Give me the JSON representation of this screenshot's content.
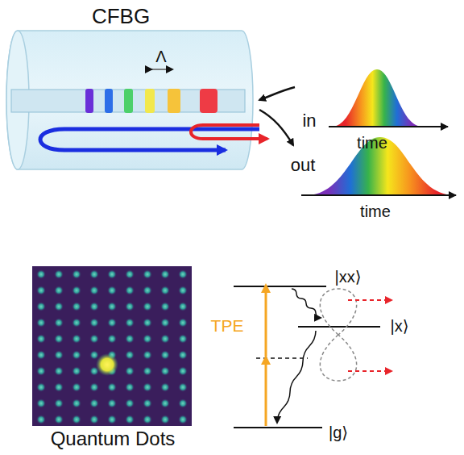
{
  "diagram": {
    "labels": [
      "CFBG",
      "Λ",
      "in",
      "time",
      "out",
      "time",
      "|xx⟩",
      "TPE",
      "|x⟩",
      "Quantum Dots",
      "|g⟩"
    ]
  }
}
